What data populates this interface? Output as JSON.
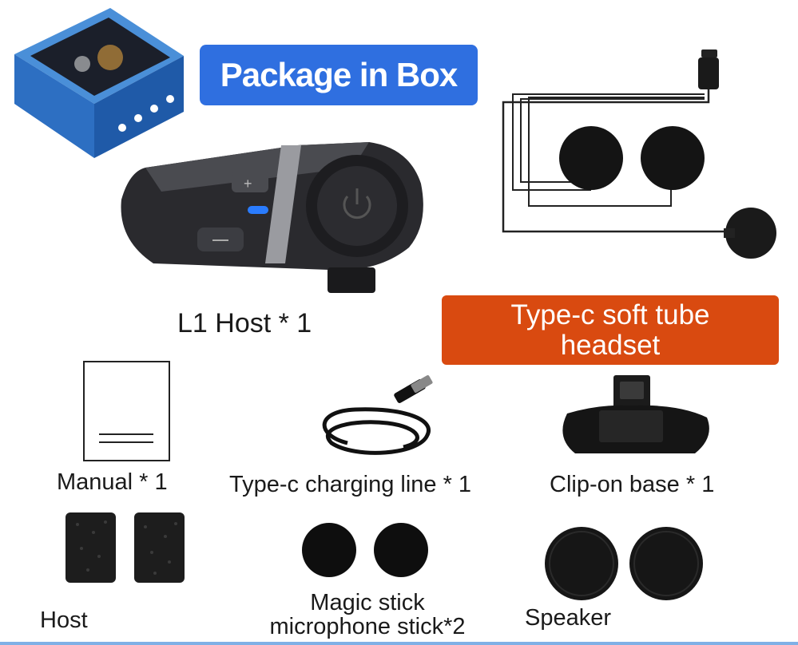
{
  "header": {
    "title": "Package in Box"
  },
  "host": {
    "label": "L1 Host * 1"
  },
  "headset": {
    "line1": "Type-c soft tube",
    "line2": "headset"
  },
  "items": {
    "manual": "Manual * 1",
    "charging_line": "Type-c charging line * 1",
    "clip_base": "Clip-on base * 1",
    "host_pads": "Host",
    "mic_line1": "Magic stick",
    "mic_line2": "microphone stick*2",
    "speaker": "Speaker"
  },
  "colors": {
    "title_bg": "#2f6fe0",
    "headset_bg": "#d94a10",
    "indicator": "#2a7cff"
  }
}
